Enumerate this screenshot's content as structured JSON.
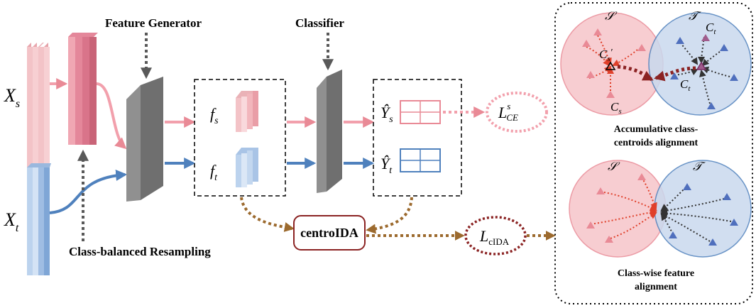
{
  "labels": {
    "xs": "X",
    "xs_sub": "s",
    "xt": "X",
    "xt_sub": "t",
    "feature_generator": "Feature Generator",
    "classifier": "Classifier",
    "class_balanced_resampling": "Class-balanced Resampling",
    "fs": "f",
    "fs_sub": "s",
    "ft": "f",
    "ft_sub": "t",
    "ys_hat": "Ŷ",
    "ys_sub": "s",
    "yt_hat": "Ŷ",
    "yt_sub": "t",
    "loss_ce": "L",
    "loss_ce_sup": "s",
    "loss_ce_sub": "CE",
    "centroida": "centroIDA",
    "loss_cida": "L",
    "loss_cida_sub": "cIDA"
  },
  "panel_top": {
    "source_label": "𝒮",
    "target_label": "𝒯",
    "cs_prime": "C",
    "cs_prime_sub": "s",
    "cs_prime_mark": "′",
    "cs": "C",
    "cs_sub": "s",
    "ct_top": "C",
    "ct_top_sub": "t",
    "ct": "C",
    "ct_sub": "t",
    "caption_line1": "Accumulative class-",
    "caption_line2": "centroids alignment"
  },
  "panel_bottom": {
    "source_label": "𝒮",
    "target_label": "𝒯",
    "caption_line1": "Class-wise feature",
    "caption_line2": "alignment"
  },
  "colors": {
    "source": "#e98a96",
    "source_light": "#f7c5c9",
    "target": "#4f81bd",
    "target_light": "#bcd3ee",
    "brown": "#9c6a2e",
    "dark_red": "#8b2323",
    "gray": "#8c8c8c"
  }
}
